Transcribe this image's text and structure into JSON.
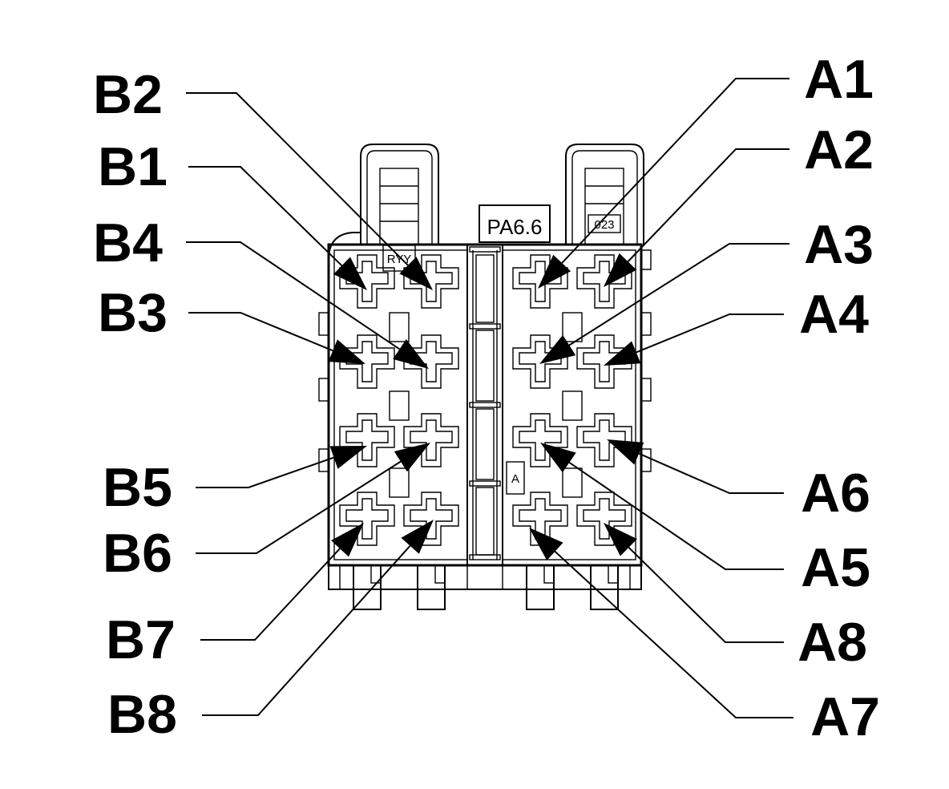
{
  "connector": {
    "material_marking": "PA6.6",
    "left_marking": "RYY",
    "right_marking": "023",
    "side_marking": "A"
  },
  "callouts_left": [
    {
      "id": "B2",
      "label": "B2"
    },
    {
      "id": "B1",
      "label": "B1"
    },
    {
      "id": "B4",
      "label": "B4"
    },
    {
      "id": "B3",
      "label": "B3"
    },
    {
      "id": "B5",
      "label": "B5"
    },
    {
      "id": "B6",
      "label": "B6"
    },
    {
      "id": "B7",
      "label": "B7"
    },
    {
      "id": "B8",
      "label": "B8"
    }
  ],
  "callouts_right": [
    {
      "id": "A1",
      "label": "A1"
    },
    {
      "id": "A2",
      "label": "A2"
    },
    {
      "id": "A3",
      "label": "A3"
    },
    {
      "id": "A4",
      "label": "A4"
    },
    {
      "id": "A6",
      "label": "A6"
    },
    {
      "id": "A5",
      "label": "A5"
    },
    {
      "id": "A8",
      "label": "A8"
    },
    {
      "id": "A7",
      "label": "A7"
    }
  ],
  "colors": {
    "ink": "#000000",
    "background": "#ffffff"
  }
}
